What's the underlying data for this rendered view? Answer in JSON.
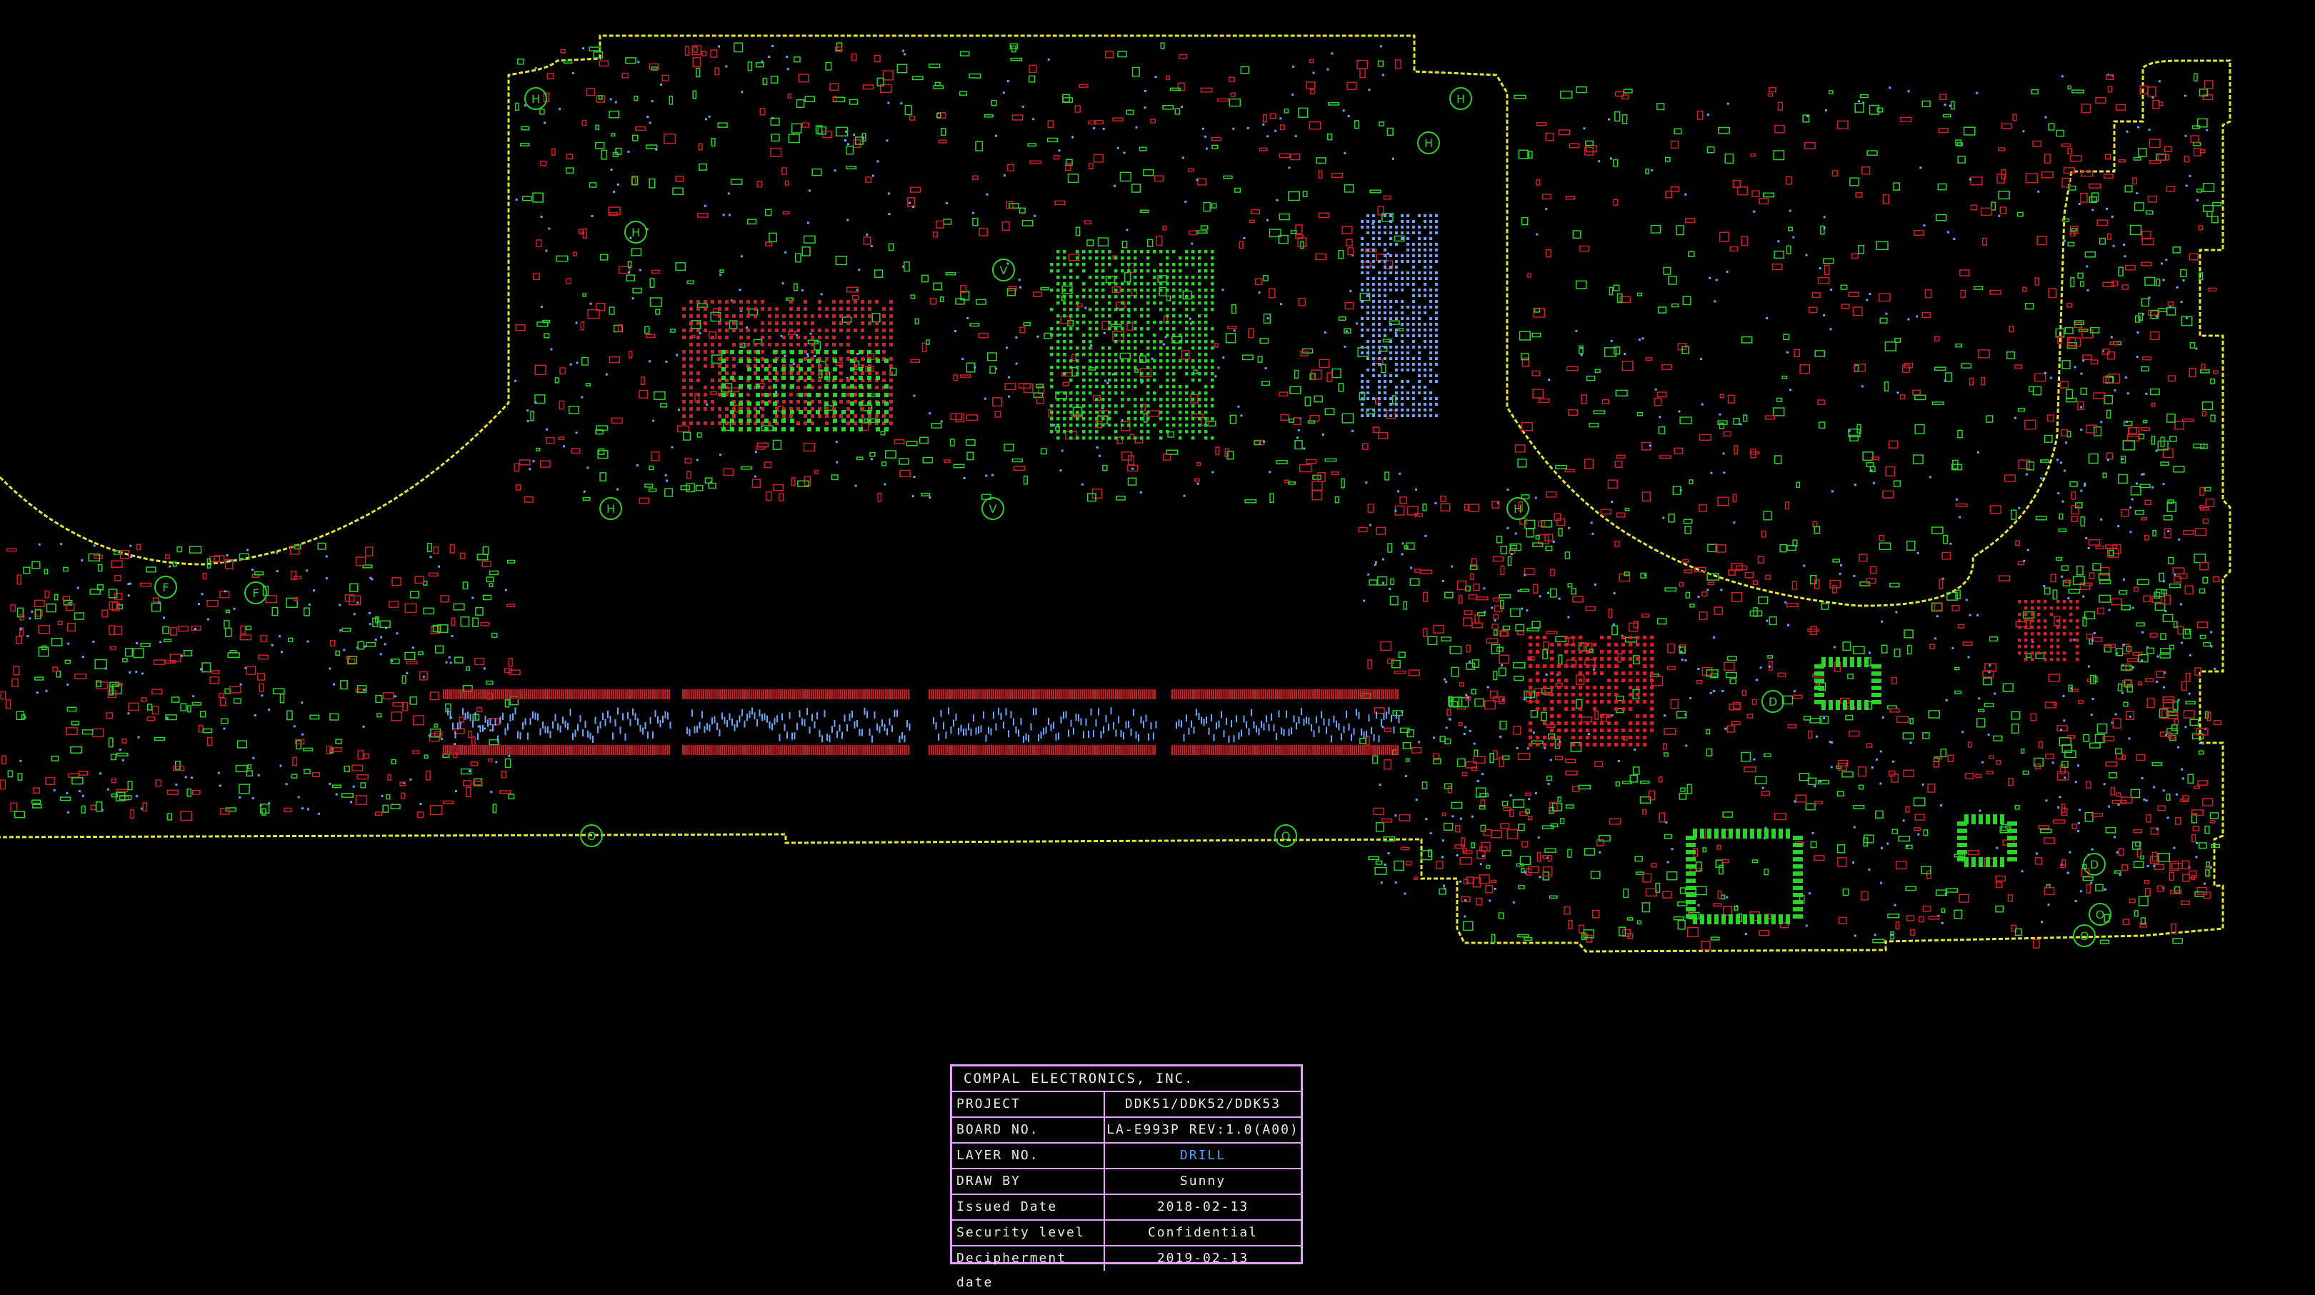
{
  "colors": {
    "background": "#000000",
    "outline": "#e6e63c",
    "pad_red": "#d0202a",
    "pad_green": "#2ad22a",
    "via_blue": "#6aa6ff",
    "titleblock_border": "#e6a0ff",
    "titleblock_text": "#eaeaea",
    "drill_text": "#4aa0ff"
  },
  "board": {
    "silkscreen_labels": [
      "H",
      "H",
      "H",
      "H",
      "H",
      "H",
      "V",
      "V",
      "O",
      "O",
      "D",
      "D",
      "F",
      "F",
      "O",
      "O"
    ]
  },
  "title_block": {
    "company": "COMPAL ELECTRONICS, INC.",
    "rows": [
      {
        "label": "PROJECT",
        "value": "DDK51/DDK52/DDK53"
      },
      {
        "label": "BOARD NO.",
        "value": "LA-E993P REV:1.0(A00)"
      },
      {
        "label": "LAYER NO.",
        "value": "DRILL"
      },
      {
        "label": "DRAW BY",
        "value": "Sunny"
      },
      {
        "label": "Issued Date",
        "value": "2018-02-13"
      },
      {
        "label": "Security level",
        "value": "Confidential"
      },
      {
        "label": "Decipherment date",
        "value": "2019-02-13"
      }
    ]
  }
}
